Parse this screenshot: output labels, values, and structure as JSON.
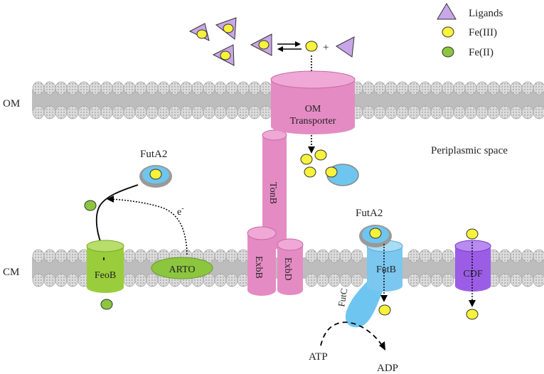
{
  "legend": {
    "ligands": "Ligands",
    "fe3": "Fe(III)",
    "fe2": "Fe(II)"
  },
  "labels": {
    "om": "OM",
    "cm": "CM",
    "periplasm": "Periplasmic space",
    "om_transporter_1": "OM",
    "om_transporter_2": "Transporter",
    "tonb": "TonB",
    "exbb": "ExbB",
    "exbd": "ExbD",
    "futa2_top": "FutA2",
    "futa2_right": "FutA2",
    "electron": "e",
    "electron_sup": "-",
    "arto": "ARTO",
    "feob": "FeoB",
    "futb": "FutB",
    "futc": "FutC",
    "cdf": "CDF",
    "atp": "ATP",
    "adp": "ADP",
    "plus": "+"
  },
  "colors": {
    "ligand": "#c8a7e8",
    "fe3": "#f7f23a",
    "fe2": "#8cc63f",
    "om_protein": "#e58bc4",
    "futa2": "#6ec6f0",
    "futb": "#7cc7ef",
    "arto": "#8cc63f",
    "feob": "#9acd3b",
    "cdf": "#9b5de5",
    "membrane": "#cfcfcf"
  }
}
